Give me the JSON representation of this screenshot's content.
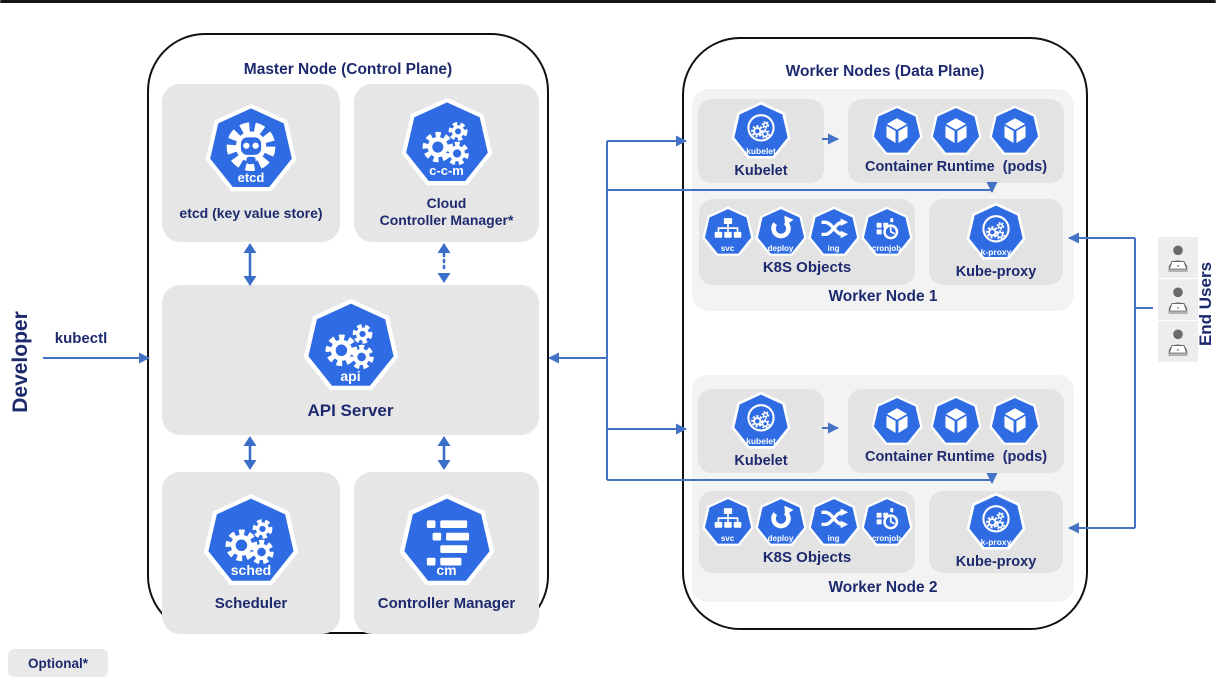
{
  "diagram": {
    "developer_label": "Developer",
    "kubectl_label": "kubectl",
    "end_users_label": "End Users",
    "optional_label": "Optional*"
  },
  "master": {
    "title": "Master Node (Control Plane)",
    "etcd": {
      "icon_text": "etcd",
      "label": "etcd (key value store)"
    },
    "cloud_controller_manager": {
      "icon_text": "c-c-m",
      "label_line1": "Cloud",
      "label_line2": "Controller Manager*"
    },
    "api_server": {
      "icon_text": "api",
      "label": "API Server"
    },
    "scheduler": {
      "icon_text": "sched",
      "label": "Scheduler"
    },
    "controller_manager": {
      "icon_text": "cm",
      "label": "Controller Manager"
    }
  },
  "workers": {
    "title": "Worker Nodes (Data Plane)",
    "nodes": [
      {
        "name": "Worker Node 1",
        "kubelet": {
          "icon_text": "kubelet",
          "label": "Kubelet"
        },
        "container_runtime": {
          "label": "Container Runtime  (pods)"
        },
        "k8s_objects": {
          "label": "K8S Objects",
          "icon_texts": [
            "svc",
            "deploy",
            "ing",
            "cronjob"
          ]
        },
        "kube_proxy": {
          "icon_text": "k-proxy",
          "label": "Kube-proxy"
        }
      },
      {
        "name": "Worker Node 2",
        "kubelet": {
          "icon_text": "kubelet",
          "label": "Kubelet"
        },
        "container_runtime": {
          "label": "Container Runtime  (pods)"
        },
        "k8s_objects": {
          "label": "K8S Objects",
          "icon_texts": [
            "svc",
            "deploy",
            "ing",
            "cronjob"
          ]
        },
        "kube_proxy": {
          "icon_text": "k-proxy",
          "label": "Kube-proxy"
        }
      }
    ]
  },
  "colors": {
    "kubernetes_blue": "#2f6be2",
    "navy_text": "#1e2a6e",
    "arrow_blue": "#4472c4",
    "card_gray": "#e6e6e7",
    "node_container_gray": "#f3f3f4"
  }
}
